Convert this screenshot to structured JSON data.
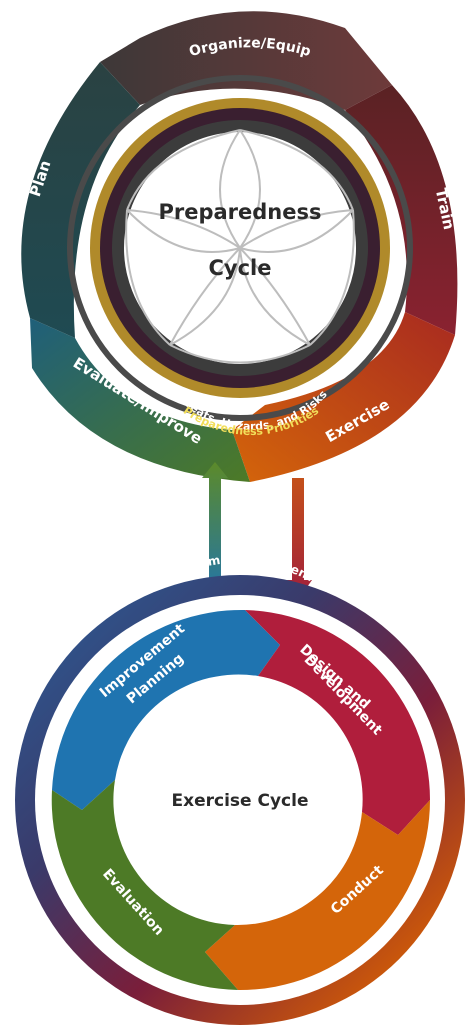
{
  "preparedness": {
    "title_line1": "Preparedness",
    "title_line2": "Cycle",
    "segments": {
      "organize": "Organize/Equip",
      "train": "Train",
      "exercise": "Exercise",
      "evaluate": "Evaluate/Improve",
      "plan": "Plan"
    },
    "inner_ring_1": "Threats, Hazards, and Risks",
    "inner_ring_2": "Preparedness Priorities",
    "colors": {
      "organize": "#6a3a3a",
      "train": "#7a2030",
      "exercise": "#c4501a",
      "evaluate": "#2a6a50",
      "plan": "#2a4a4a",
      "inner_ring_2": "#e8d24a"
    }
  },
  "exercise": {
    "title": "Exercise Cycle",
    "outer_ring": "Program Management",
    "segments": {
      "improvement_line1": "Improvement",
      "improvement_line2": "Planning",
      "design_line1": "Design and",
      "design_line2": "Development",
      "conduct": "Conduct",
      "evaluation": "Evaluation"
    },
    "colors": {
      "improvement": "#1f74b0",
      "design": "#b01e3c",
      "conduct": "#d4650a",
      "evaluation": "#4d7a26"
    }
  }
}
